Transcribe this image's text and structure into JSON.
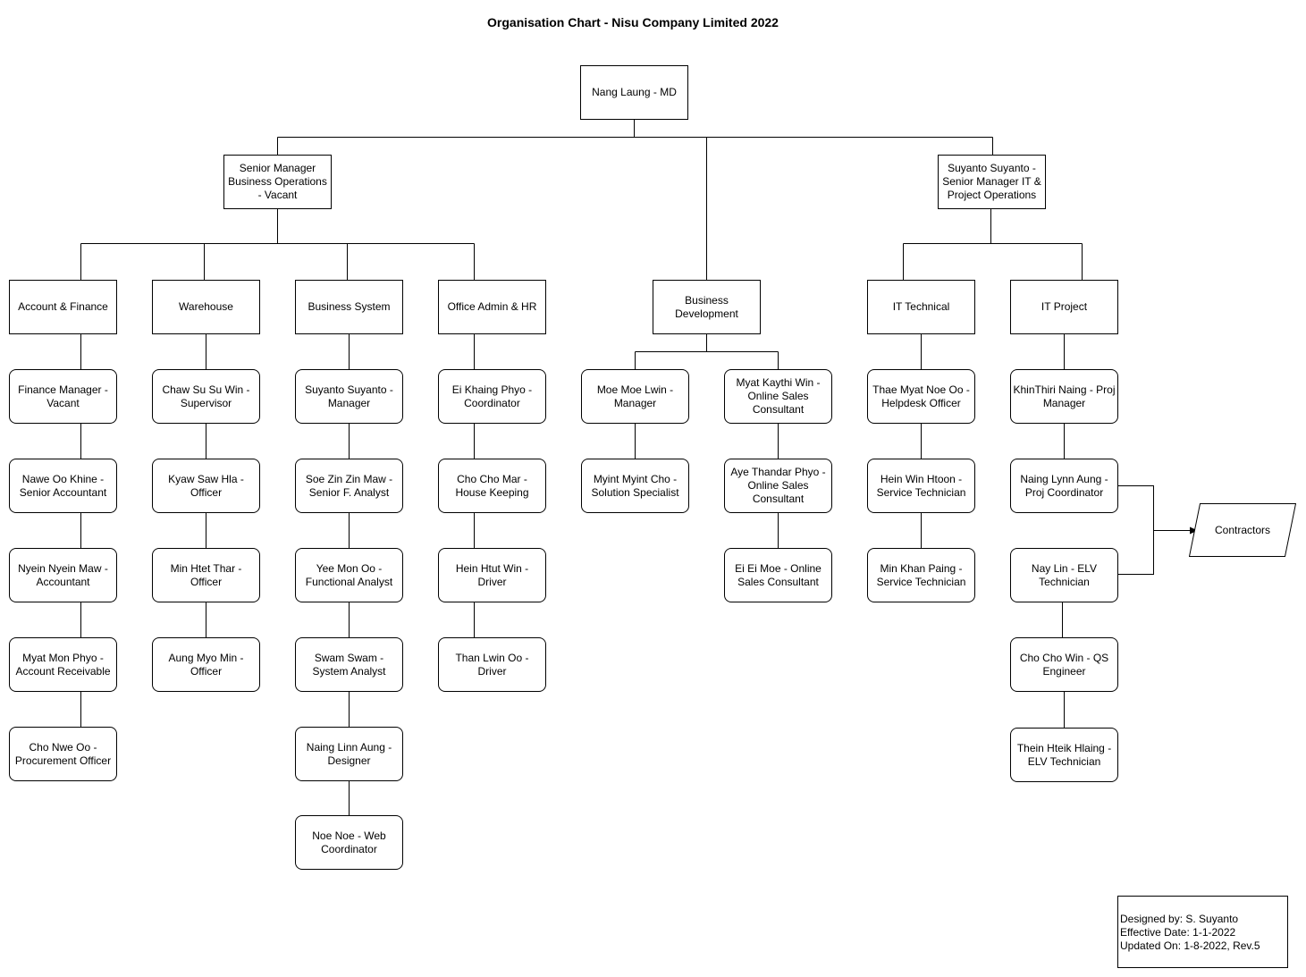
{
  "title": "Organisation Chart - Nisu Company Limited 2022",
  "nodes": {
    "md": "Nang Laung - MD",
    "sm_bo": "Senior Manager Business Operations - Vacant",
    "sm_it": "Suyanto Suyanto - Senior Manager IT & Project Operations",
    "dept_af": "Account & Finance",
    "dept_wh": "Warehouse",
    "dept_bs": "Business System",
    "dept_oa": "Office Admin & HR",
    "dept_bd": "Business Development",
    "dept_itt": "IT Technical",
    "dept_itp": "IT Project",
    "af1": "Finance Manager - Vacant",
    "af2": "Nawe Oo Khine - Senior Accountant",
    "af3": "Nyein Nyein Maw - Accountant",
    "af4": "Myat Mon Phyo - Account Receivable",
    "af5": "Cho Nwe Oo - Procurement Officer",
    "wh1": "Chaw Su Su Win - Supervisor",
    "wh2": "Kyaw Saw Hla - Officer",
    "wh3": "Min Htet Thar - Officer",
    "wh4": "Aung Myo Min - Officer",
    "bs1": "Suyanto Suyanto - Manager",
    "bs2": "Soe Zin Zin Maw - Senior F. Analyst",
    "bs3": "Yee Mon Oo - Functional Analyst",
    "bs4": "Swam Swam - System Analyst",
    "bs5": "Naing Linn Aung - Designer",
    "bs6": "Noe Noe - Web Coordinator",
    "oa1": "Ei Khaing Phyo - Coordinator",
    "oa2": "Cho Cho Mar - House Keeping",
    "oa3": "Hein Htut Win - Driver",
    "oa4": "Than Lwin Oo - Driver",
    "bd1": "Moe Moe Lwin - Manager",
    "bd2": "Myint Myint Cho - Solution Specialist",
    "bd3": "Myat Kaythi Win - Online Sales Consultant",
    "bd4": "Aye Thandar Phyo - Online Sales Consultant",
    "bd5": "Ei Ei Moe - Online Sales Consultant",
    "itt1": "Thae Myat Noe Oo - Helpdesk Officer",
    "itt2": "Hein Win Htoon - Service Technician",
    "itt3": "Min Khan Paing - Service Technician",
    "itp1": "KhinThiri Naing - Proj Manager",
    "itp2": "Naing Lynn Aung - Proj Coordinator",
    "itp3": "Nay Lin - ELV Technician",
    "itp4": "Cho Cho Win - QS Engineer",
    "itp5": "Thein Hteik Hlaing - ELV Technician",
    "contractors": "Contractors"
  },
  "footer": {
    "designed_by": "Designed by: S. Suyanto",
    "effective_date": "Effective Date: 1-1-2022",
    "updated_on": "Updated On: 1-8-2022, Rev.5"
  }
}
